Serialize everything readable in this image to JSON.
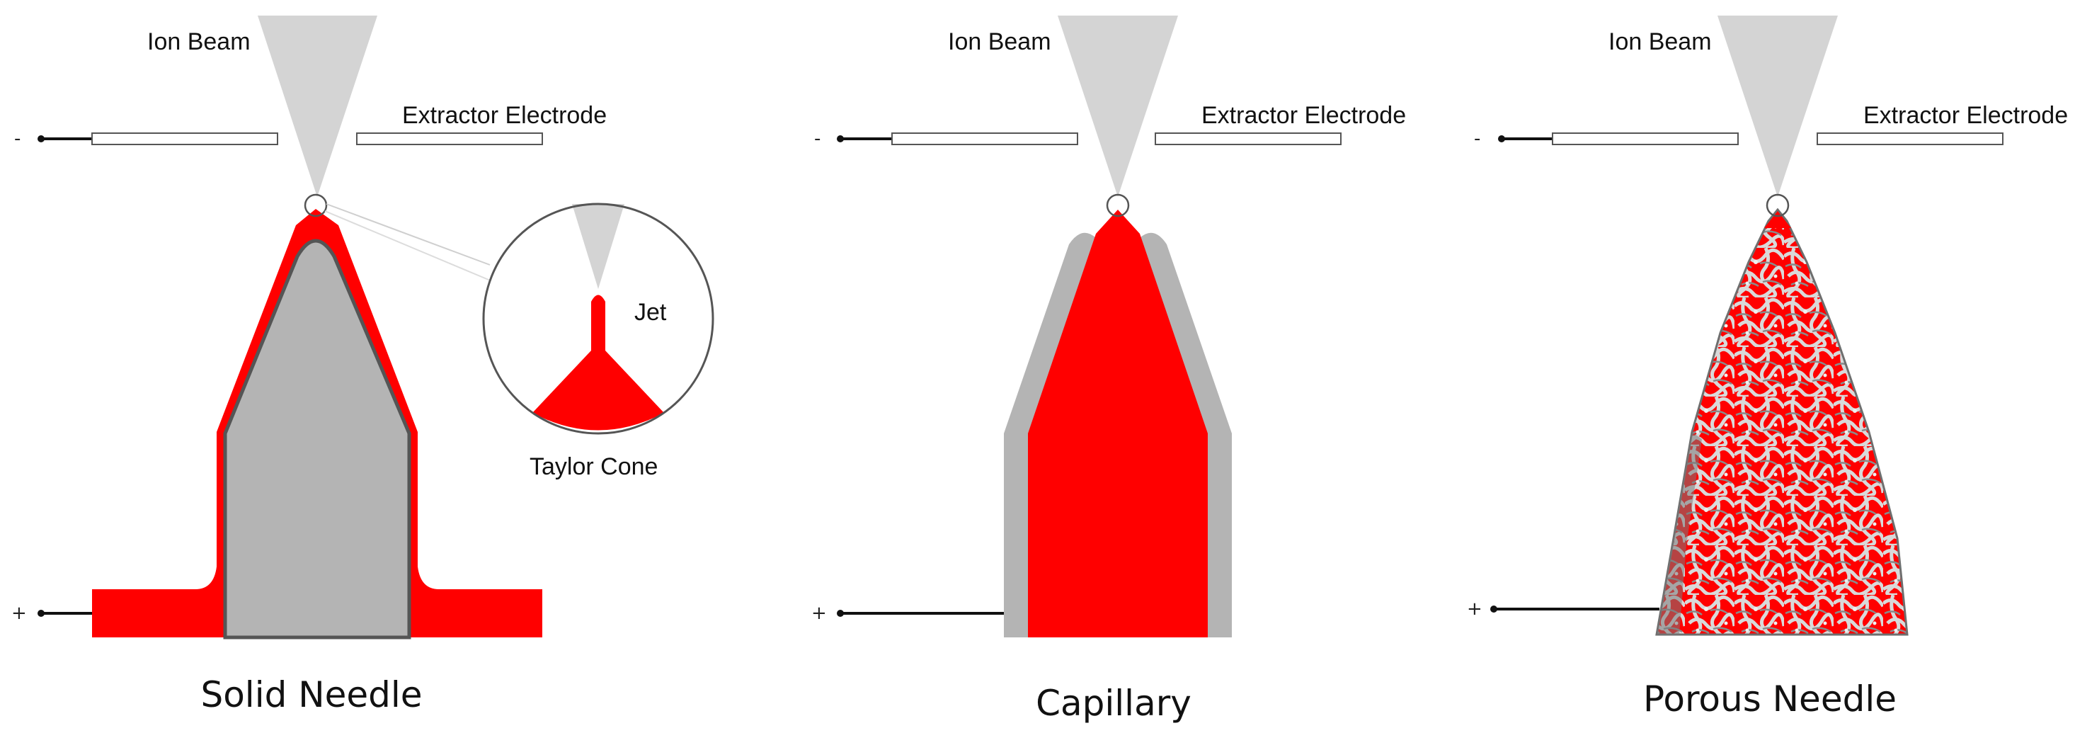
{
  "colors": {
    "liquid": "#ff0000",
    "metal": "#b4b4b4",
    "beam": "#d4d4d4",
    "outline": "#555555",
    "background": "#ffffff"
  },
  "panels": [
    {
      "title": "Solid Needle",
      "ion_beam": "Ion Beam",
      "extractor": "Extractor Electrode",
      "minus": "-",
      "plus": "+"
    },
    {
      "title": "Capillary",
      "ion_beam": "Ion Beam",
      "extractor": "Extractor Electrode",
      "minus": "-",
      "plus": "+"
    },
    {
      "title": "Porous Needle",
      "ion_beam": "Ion Beam",
      "extractor": "Extractor Electrode",
      "minus": "-",
      "plus": "+"
    }
  ],
  "inset": {
    "jet": "Jet",
    "taylor_cone": "Taylor Cone"
  }
}
